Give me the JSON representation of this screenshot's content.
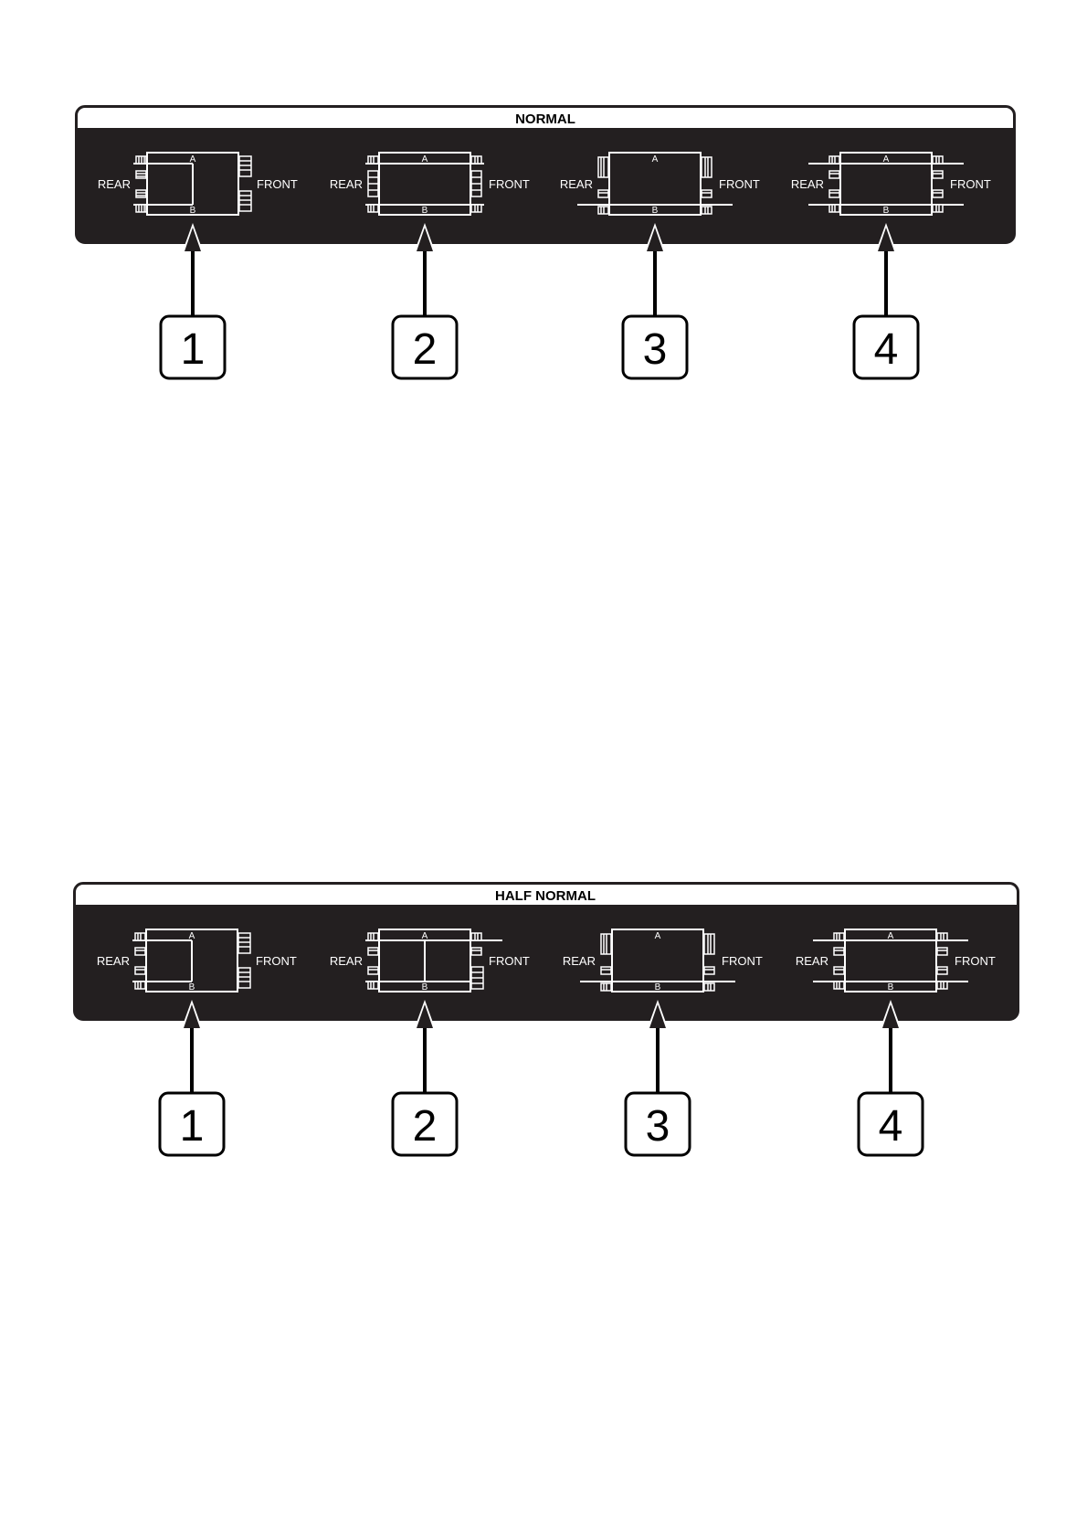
{
  "colors": {
    "panel": "#231f20",
    "ink": "#000000",
    "paper": "#ffffff"
  },
  "panels": [
    {
      "id": "normal",
      "title": "NORMAL",
      "modules": [
        {
          "rear": "REAR",
          "front": "FRONT",
          "top": "A",
          "bottom": "B",
          "number": "1"
        },
        {
          "rear": "REAR",
          "front": "FRONT",
          "top": "A",
          "bottom": "B",
          "number": "2"
        },
        {
          "rear": "REAR",
          "front": "FRONT",
          "top": "A",
          "bottom": "B",
          "number": "3"
        },
        {
          "rear": "REAR",
          "front": "FRONT",
          "top": "A",
          "bottom": "B",
          "number": "4"
        }
      ]
    },
    {
      "id": "half-normal",
      "title": "HALF NORMAL",
      "modules": [
        {
          "rear": "REAR",
          "front": "FRONT",
          "top": "A",
          "bottom": "B",
          "number": "1"
        },
        {
          "rear": "REAR",
          "front": "FRONT",
          "top": "A",
          "bottom": "B",
          "number": "2"
        },
        {
          "rear": "REAR",
          "front": "FRONT",
          "top": "A",
          "bottom": "B",
          "number": "3"
        },
        {
          "rear": "REAR",
          "front": "FRONT",
          "top": "A",
          "bottom": "B",
          "number": "4"
        }
      ]
    }
  ]
}
